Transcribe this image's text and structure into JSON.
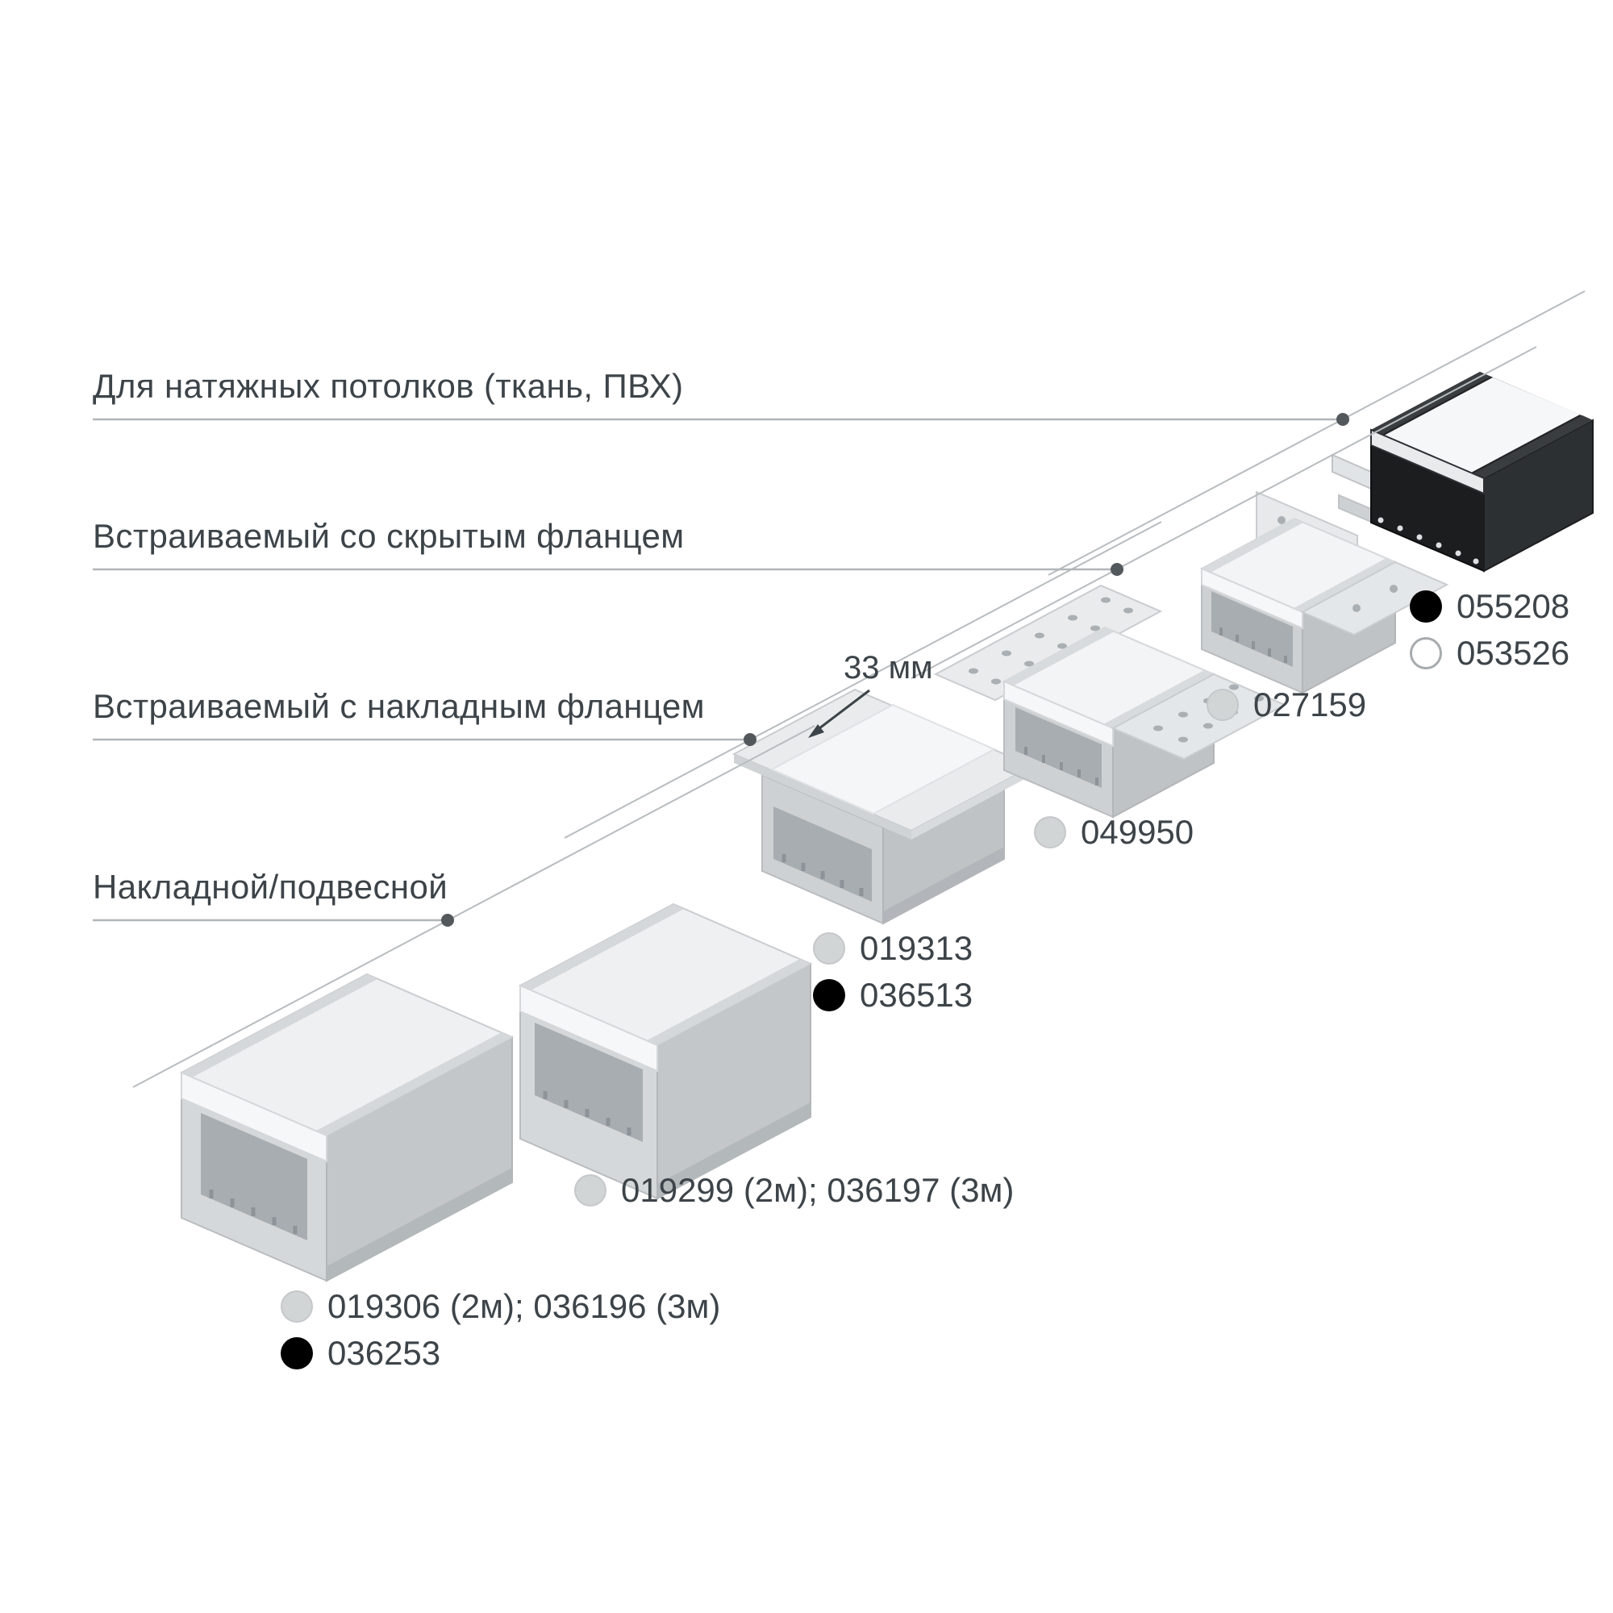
{
  "categories": [
    {
      "id": "stretch-ceilings",
      "label": "Для натяжных потолков (ткань, ПВХ)"
    },
    {
      "id": "recessed-hidden-flange",
      "label": "Встраиваемый со скрытым фланцем"
    },
    {
      "id": "recessed-surface-flange",
      "label": "Встраиваемый с накладным фланцем"
    },
    {
      "id": "surface-suspended",
      "label": "Накладной/подвесной"
    }
  ],
  "annotation": {
    "dimension": "33 мм"
  },
  "products": [
    {
      "name": "surface-profile-large",
      "codes": [
        {
          "text": "019306 (2м); 036196 (3м)",
          "variant": "gray"
        },
        {
          "text": "036253",
          "variant": "black"
        }
      ]
    },
    {
      "name": "surface-profile-tall",
      "codes": [
        {
          "text": "019299 (2м); 036197 (3м)",
          "variant": "gray"
        }
      ]
    },
    {
      "name": "recessed-flange-profile",
      "codes": [
        {
          "text": "019313",
          "variant": "gray"
        },
        {
          "text": "036513",
          "variant": "black"
        }
      ]
    },
    {
      "name": "recessed-hidden-flange-profile",
      "codes": [
        {
          "text": "049950",
          "variant": "gray"
        }
      ]
    },
    {
      "name": "recessed-hidden-flange-profile-2",
      "codes": [
        {
          "text": "027159",
          "variant": "gray"
        }
      ]
    },
    {
      "name": "stretch-ceiling-profile",
      "codes": [
        {
          "text": "055208",
          "variant": "black"
        },
        {
          "text": "053526",
          "variant": "white"
        }
      ]
    }
  ],
  "colors": {
    "text": "#3d4449",
    "leader_line": "#b0b5b8",
    "construction_line": "#b7bcbf",
    "leader_dot": "#53585d",
    "swatch_gray": "#d2d5d6",
    "swatch_black": "#000000",
    "swatch_white": "#ffffff",
    "profile_light_face": "#d5d8da",
    "profile_side_face": "#c3c7ca",
    "profile_diffuser": "#f2f4f5",
    "profile_cavity": "#a8adb1",
    "profile_black": "#1b1d1f"
  }
}
